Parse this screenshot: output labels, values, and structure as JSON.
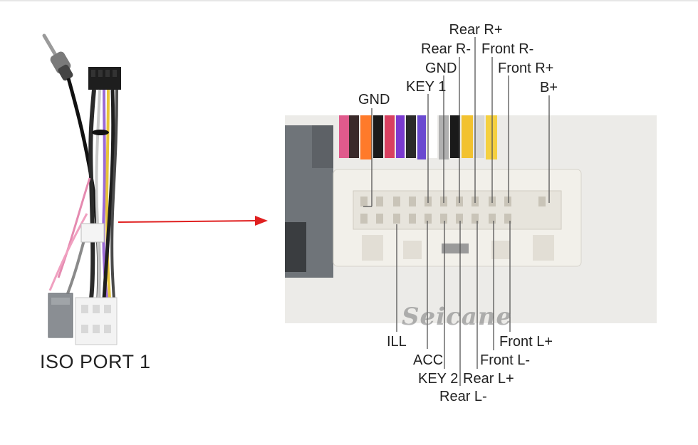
{
  "caption": "ISO PORT 1",
  "watermark": "Seicane",
  "colors": {
    "arrow": "#e02020",
    "connector_body": "#f2f0ea",
    "connector_grey": "#6f7479",
    "leader_line": "#555555"
  },
  "labels_top": [
    "Rear R+",
    "Rear R-",
    "Front R-",
    "GND",
    "Front R+",
    "KEY 1",
    "B+",
    "GND"
  ],
  "labels_bottom": [
    "Front L+",
    "ILL",
    "Front L-",
    "ACC",
    "KEY 2",
    "Rear L+",
    "Rear L-"
  ]
}
